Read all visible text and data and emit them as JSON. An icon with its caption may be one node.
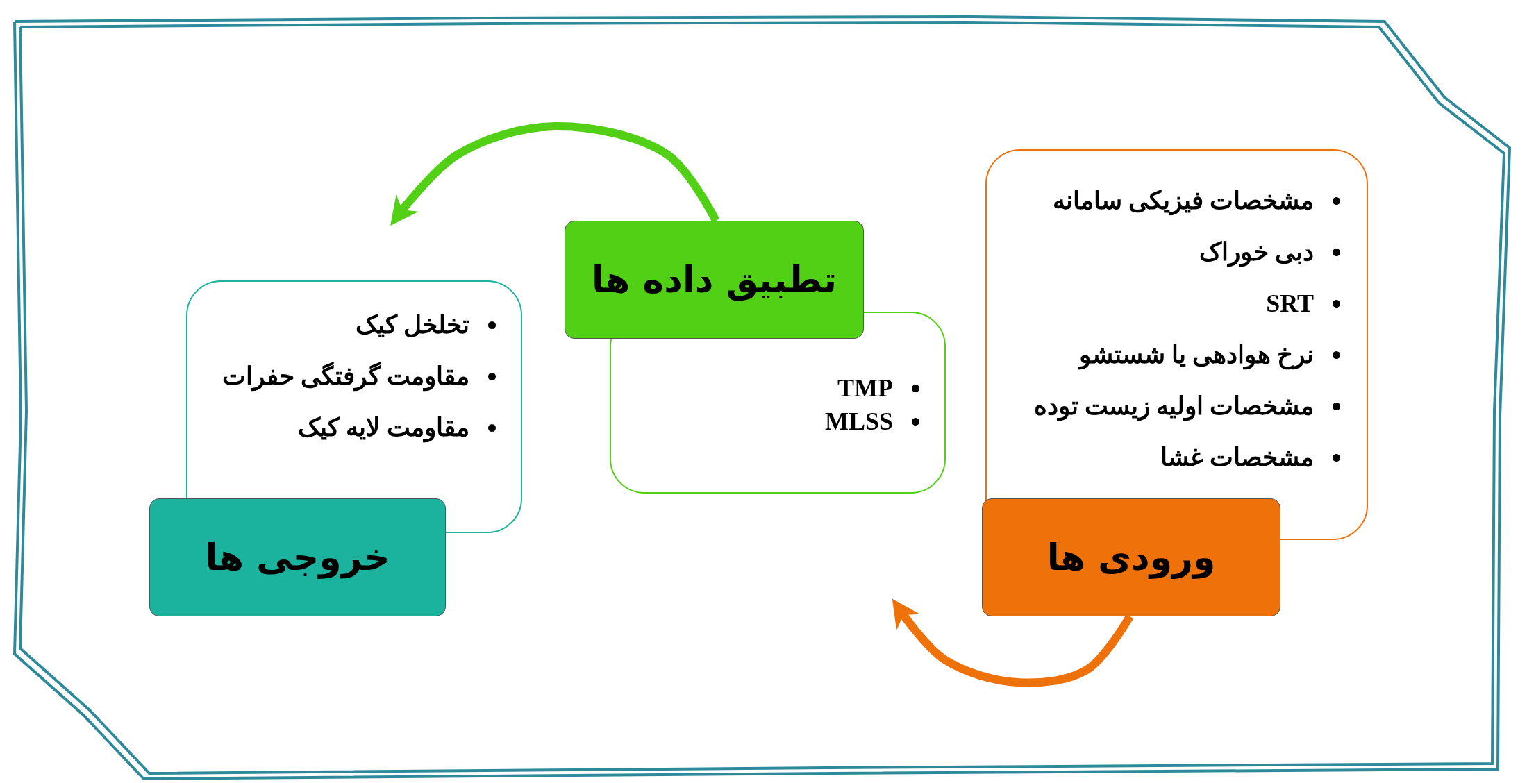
{
  "diagram": {
    "nodes": [
      {
        "text": [
          "مشخصات فیزیکی سامانه",
          "دبی خوراک",
          "SRT",
          "نرخ هوادهی یا شستشو",
          "مشخصات اولیه زیست توده",
          "مشخصات غشا"
        ]
      },
      {
        "text": [
          "ورودی ها"
        ]
      },
      {
        "text": [
          "TMP",
          "MLSS"
        ]
      },
      {
        "text": [
          "تطبیق داده ها"
        ]
      },
      {
        "text": [
          "تخلخل کیک",
          "مقاومت گرفتگی حفرات",
          "مقاومت لایه کیک"
        ]
      },
      {
        "text": [
          "خروجی ها"
        ]
      }
    ],
    "edges": [
      {
        "from": 1,
        "to": null,
        "arrow": "to",
        "color": "#ee7109"
      },
      {
        "from": 3,
        "to": null,
        "arrow": "to",
        "color": "#52d015"
      }
    ]
  }
}
